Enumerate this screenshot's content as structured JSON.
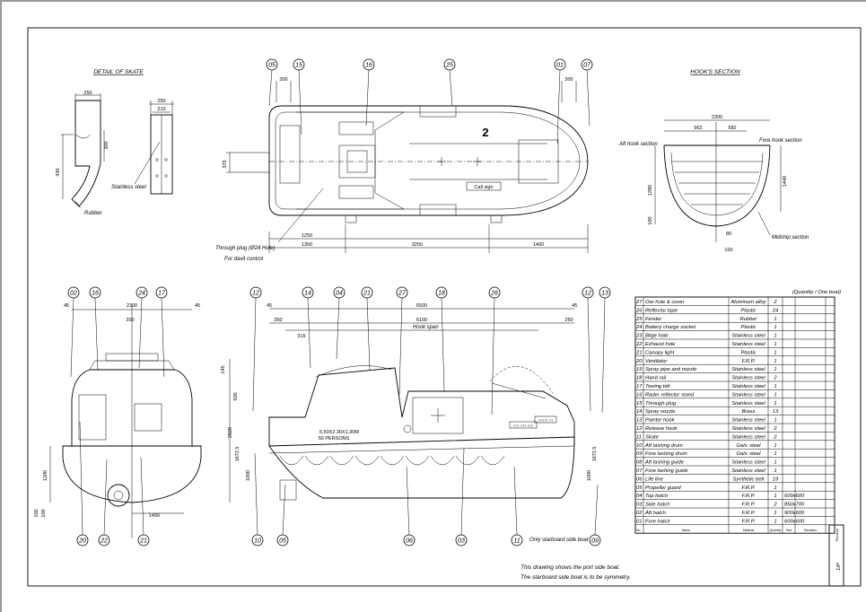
{
  "drawing": {
    "skate_title": "DETAIL OF SKATE",
    "hook_title": "HOOK'S SECTION",
    "table_caption": "(Quantity / One boat)",
    "note_line1": "This drawing shows the port side boat.",
    "note_line2": "The starboard side boat is to be symmetry.",
    "starboard_note": "Only starboard side boat"
  },
  "skate": {
    "label_steel": "Stainless steel",
    "label_rubber": "Rubber",
    "dims": [
      "250",
      "250",
      "210",
      "300",
      "430"
    ]
  },
  "plan_view": {
    "boat_number": "2",
    "call_sign": "Call sign",
    "dims": [
      "300",
      "300",
      "370",
      "1250",
      "1350",
      "3250",
      "1400"
    ],
    "through_plug": "Through plug (Ø24 Hole)",
    "fore_davit": "For davit control"
  },
  "hooks_section": {
    "labels": [
      "Aft hook section",
      "Fore hook section",
      "Midship section"
    ],
    "dims": [
      "2300",
      "962",
      "582",
      "1280",
      "1440",
      "100",
      "80",
      "100"
    ]
  },
  "front_view": {
    "dims": [
      "45",
      "2300",
      "45",
      "200",
      "1200",
      "1400",
      "100",
      "100"
    ]
  },
  "side_view": {
    "dims": [
      "6500",
      "45",
      "45",
      "350",
      "6100",
      "250",
      "315",
      "1000",
      "500",
      "2820",
      "1672.5",
      "1672.5",
      "1000",
      "145"
    ],
    "hook_span": "Hook span",
    "reg_mark": "6.50X2.30X1.30M",
    "reg_sub": "50 PERSONS",
    "sign1": "??? ??? ???",
    "sign2": "????? ??"
  },
  "bubbles": {
    "plan": [
      "05",
      "15",
      "16",
      "25",
      "01",
      "07"
    ],
    "front_top": [
      "02",
      "16",
      "24",
      "17"
    ],
    "front_bottom": [
      "20",
      "22",
      "21"
    ],
    "side_top": [
      "12",
      "14",
      "04",
      "21",
      "27",
      "18",
      "26",
      "12",
      "13"
    ],
    "side_bottom": [
      "10",
      "05",
      "06",
      "03",
      "11",
      "09"
    ]
  },
  "parts_table": {
    "rows": [
      [
        "27",
        "Oar hole & cover",
        "Aluminum alloy",
        "2",
        ""
      ],
      [
        "26",
        "Reflector tape",
        "Plastic",
        "24",
        ""
      ],
      [
        "25",
        "Fender",
        "Rubber",
        "1",
        ""
      ],
      [
        "24",
        "Battery charge socket",
        "Plastic",
        "1",
        ""
      ],
      [
        "23",
        "Bilge hole",
        "Stainless steel",
        "1",
        ""
      ],
      [
        "22",
        "Exhaust hole",
        "Stainless steel",
        "1",
        ""
      ],
      [
        "21",
        "Canopy light",
        "Plastic",
        "1",
        ""
      ],
      [
        "20",
        "Ventilator",
        "F.R.P.",
        "1",
        ""
      ],
      [
        "19",
        "Spray pipe and nozzle",
        "Stainless steel",
        "1",
        ""
      ],
      [
        "18",
        "Hand rail",
        "Stainless steel",
        "2",
        ""
      ],
      [
        "17",
        "Towing bitt",
        "Stainless steel",
        "1",
        ""
      ],
      [
        "16",
        "Rader reflector stand",
        "Stainless steel",
        "1",
        ""
      ],
      [
        "15",
        "Through plug",
        "Stainless steel",
        "1",
        ""
      ],
      [
        "14",
        "Spray nozzle",
        "Brass",
        "13",
        ""
      ],
      [
        "13",
        "Painter hook",
        "Stainless steel",
        "1",
        ""
      ],
      [
        "12",
        "Release hook",
        "Stainless steel",
        "2",
        ""
      ],
      [
        "11",
        "Skate",
        "Stainless steel",
        "2",
        ""
      ],
      [
        "10",
        "Aft lashing drum",
        "Galv. steel",
        "1",
        ""
      ],
      [
        "09",
        "Fore lashing drum",
        "Galv. steel",
        "1",
        ""
      ],
      [
        "08",
        "Aft lashing guide",
        "Stainless steel",
        "1",
        ""
      ],
      [
        "07",
        "Fore lashing guide",
        "Stainless steel",
        "1",
        ""
      ],
      [
        "06",
        "Life line",
        "Synthetic belt",
        "19",
        ""
      ],
      [
        "05",
        "Propeller guard",
        "F.R.P.",
        "1",
        ""
      ],
      [
        "04",
        "Top hatch",
        "F.R.P.",
        "1",
        "600x600"
      ],
      [
        "03",
        "Side hatch",
        "F.R.P.",
        "2",
        "850x700"
      ],
      [
        "02",
        "Aft hatch",
        "F.R.P.",
        "1",
        "900x600"
      ],
      [
        "01",
        "Fore hatch",
        "F.R.P.",
        "1",
        "600x600"
      ]
    ],
    "header": [
      "No.",
      "Name",
      "Material",
      "Quantity",
      "Size",
      "Remarks"
    ]
  },
  "title_block": {
    "side_text": "Remarks",
    "side_code": "1/P"
  }
}
